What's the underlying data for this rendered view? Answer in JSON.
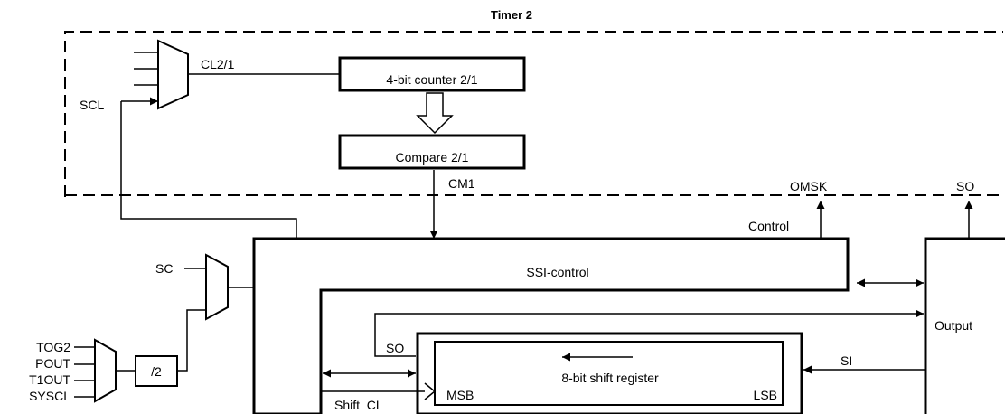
{
  "timer": {
    "title": "Timer 2"
  },
  "mux_top": {
    "signal_out": "CL2/1",
    "signal_in": "SCL"
  },
  "counter": {
    "label": "4-bit counter 2/1"
  },
  "compare": {
    "label": "Compare 2/1",
    "out_signal": "CM1"
  },
  "ssi": {
    "label": "SSI-control",
    "control_label": "Control",
    "omsk_label": "OMSK"
  },
  "output": {
    "label": "Output",
    "so_label": "SO"
  },
  "mux_sc": {
    "label": "SC"
  },
  "mux_in": {
    "inputs": [
      "TOG2",
      "POUT",
      "T1OUT",
      "SYSCL"
    ]
  },
  "divider": {
    "label": "/2"
  },
  "shift": {
    "label": "8-bit shift register",
    "msb": "MSB",
    "lsb": "LSB",
    "so_label": "SO",
    "si_label": "SI",
    "clock_label": "Shift  CL"
  }
}
